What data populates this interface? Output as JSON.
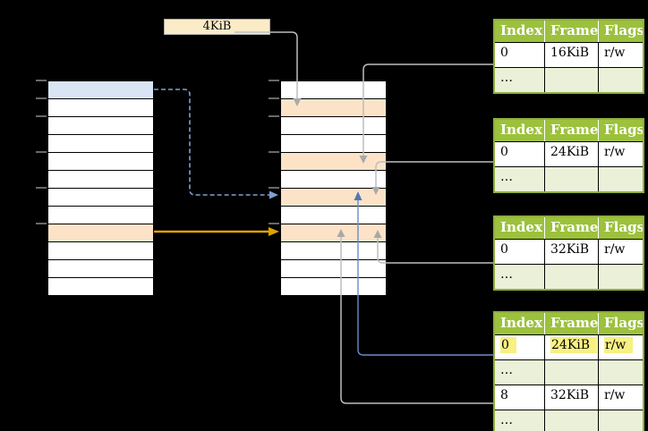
{
  "page_size_label": "4KiB",
  "colors": {
    "canvas-bg": "#000000",
    "header-green": "#9CC13C",
    "table-border-green": "#8FAE3E",
    "row-alt-green": "#EAF1D8",
    "peach": "#FCE3C8",
    "light-blue": "#D9E5F4",
    "yellow-highlight": "#F8F083",
    "label-cream": "#FBECC8",
    "arrow-gray": "#BDBDBD",
    "arrow-blue": "#6B8CC7",
    "arrow-dashed-blue": "#7F9FD0",
    "arrow-orange": "#DFA000"
  },
  "page_tables": [
    {
      "headers": [
        "Index",
        "Frame",
        "Flags"
      ],
      "rows": [
        {
          "cells": [
            "0",
            "16KiB",
            "r/w"
          ]
        },
        {
          "cells": [
            "…",
            "",
            ""
          ]
        }
      ]
    },
    {
      "headers": [
        "Index",
        "Frame",
        "Flags"
      ],
      "rows": [
        {
          "cells": [
            "0",
            "24KiB",
            "r/w"
          ]
        },
        {
          "cells": [
            "…",
            "",
            ""
          ]
        }
      ]
    },
    {
      "headers": [
        "Index",
        "Frame",
        "Flags"
      ],
      "rows": [
        {
          "cells": [
            "0",
            "32KiB",
            "r/w"
          ]
        },
        {
          "cells": [
            "…",
            "",
            ""
          ]
        }
      ]
    },
    {
      "headers": [
        "Index",
        "Frame",
        "Flags"
      ],
      "rows": [
        {
          "cells": [
            "0",
            "24KiB",
            "r/w"
          ],
          "highlighted": true
        },
        {
          "cells": [
            "…",
            "",
            ""
          ]
        },
        {
          "cells": [
            "8",
            "32KiB",
            "r/w"
          ]
        },
        {
          "cells": [
            "…",
            "",
            ""
          ]
        }
      ]
    }
  ]
}
